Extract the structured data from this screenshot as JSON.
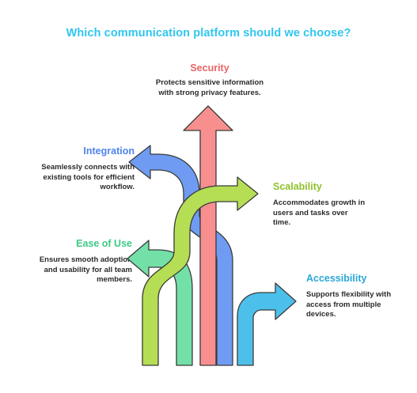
{
  "title": "Which communication platform should we choose?",
  "colors": {
    "title": "#2fc6ef",
    "security": "#f47b7b",
    "integration": "#5b8ff0",
    "scalability": "#a8d63f",
    "ease_of_use": "#5ed99c",
    "accessibility": "#3ab5e0"
  },
  "options": {
    "security": {
      "label": "Security",
      "desc": [
        "Protects sensitive information",
        "with strong privacy features."
      ]
    },
    "integration": {
      "label": "Integration",
      "desc": [
        "Seamlessly connects with",
        "existing tools for efficient",
        "workflow."
      ]
    },
    "scalability": {
      "label": "Scalability",
      "desc": [
        "Accommodates growth in",
        "users and tasks over",
        "time."
      ]
    },
    "ease_of_use": {
      "label": "Ease of Use",
      "desc": [
        "Ensures smooth adoption",
        "and usability for all team",
        "members."
      ]
    },
    "accessibility": {
      "label": "Accessibility",
      "desc": [
        "Supports flexibility with",
        "access from multiple",
        "devices."
      ]
    }
  }
}
